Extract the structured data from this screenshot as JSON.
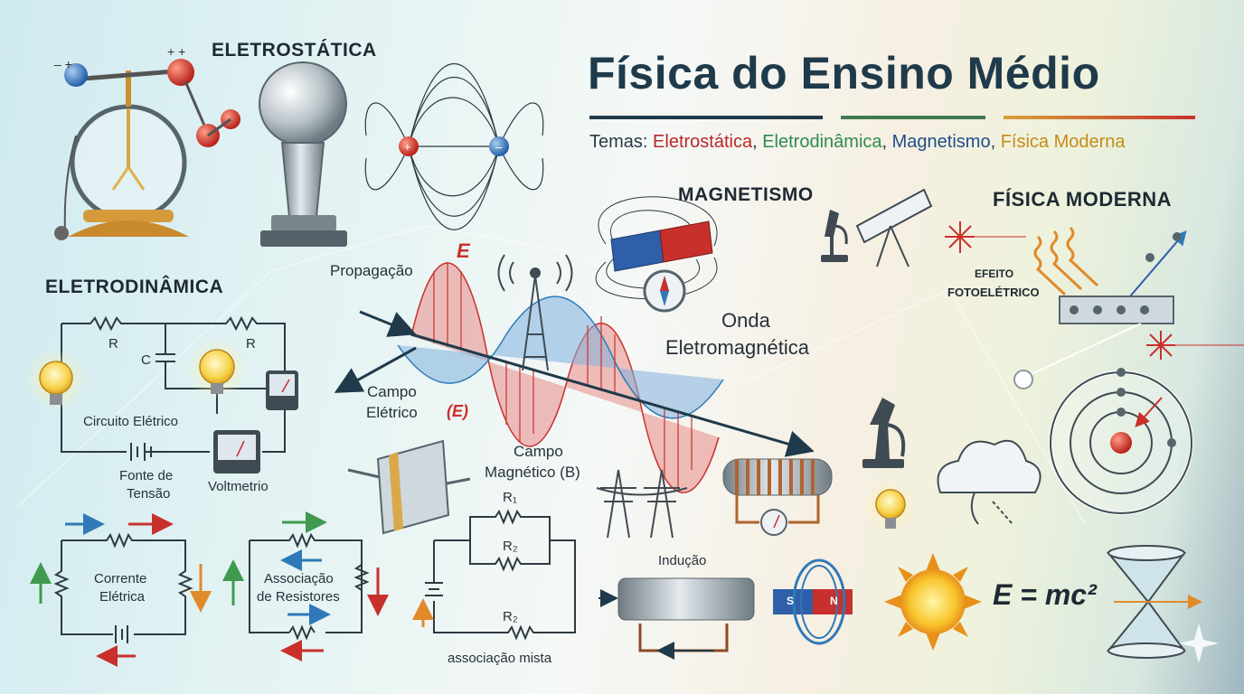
{
  "header": {
    "title": "Física do Ensino Médio",
    "subtitle_prefix": "Temas: ",
    "topics": [
      "Eletrostática",
      "Eletrodinâmica",
      "Magnetismo",
      "Física Moderna"
    ],
    "separator": ", "
  },
  "sections": {
    "electrostatics": "ELETROSTÁTICA",
    "electrodynamics": "ELETRODINÂMICA",
    "magnetism": "MAGNETISMO",
    "modern_physics": "FÍSICA MODERNA"
  },
  "wave": {
    "propagation": "Propagação",
    "title_line1": "Onda",
    "title_line2": "Eletromagnética",
    "e_field_line1": "Campo",
    "e_field_line2": "Elétrico",
    "e_symbol": "(E)",
    "e_vector": "E",
    "b_field_line1": "Campo",
    "b_field_line2": "Magnético (B)"
  },
  "circuit": {
    "r_left": "R",
    "r_right": "R",
    "capacitor": "C",
    "label": "Circuito Elétrico",
    "source_line1": "Fonte de",
    "source_line2": "Tensão",
    "voltmeter": "Voltmetrio"
  },
  "current": {
    "line1": "Corrente",
    "line2": "Elétrica"
  },
  "resistors": {
    "line1": "Associação",
    "line2": "de Resistores"
  },
  "mixed": {
    "r1": "R₁",
    "r2": "R₂",
    "r3": "R₂",
    "label": "associação mista"
  },
  "induction": {
    "label": "Indução",
    "magnet_s": "S",
    "magnet_n": "N"
  },
  "modern": {
    "photo_line1": "EFEITO",
    "photo_line2": "FOTOELÉTRICO",
    "equation": "E = mc²"
  },
  "colors": {
    "red": "#c9302c",
    "blue": "#2f79b8",
    "navy": "#1f3a4a",
    "green": "#3f9a4f",
    "orange": "#e08a2a"
  }
}
